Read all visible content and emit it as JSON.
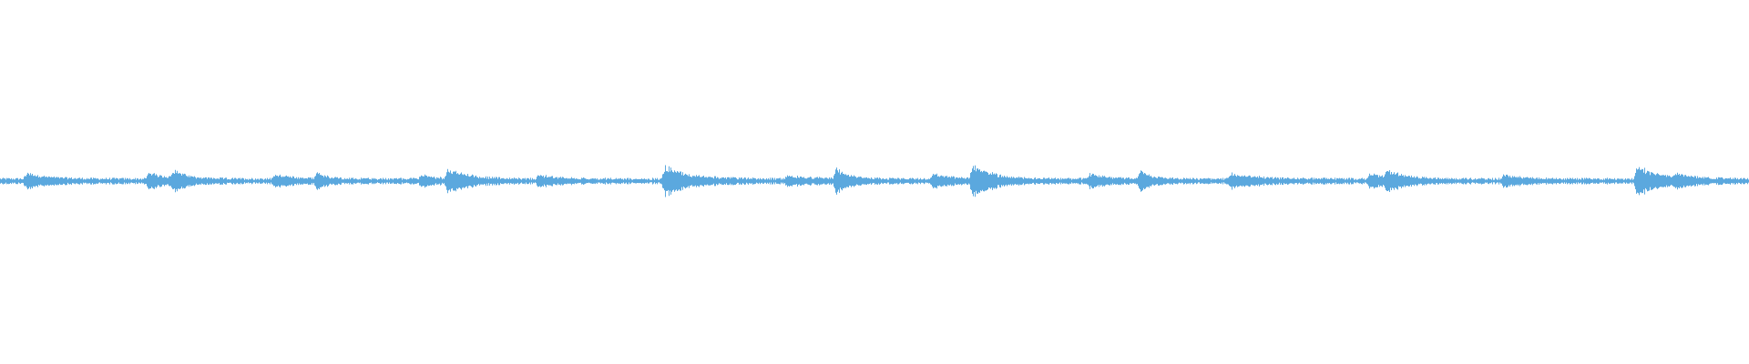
{
  "waveform": {
    "color": "#5ba8de",
    "background": "#ffffff",
    "baseline_amplitude": 0.006,
    "bursts": [
      {
        "pos": 0.015,
        "amp": 0.018,
        "decay": 0.012
      },
      {
        "pos": 0.085,
        "amp": 0.02,
        "decay": 0.01
      },
      {
        "pos": 0.099,
        "amp": 0.022,
        "decay": 0.008
      },
      {
        "pos": 0.157,
        "amp": 0.014,
        "decay": 0.01
      },
      {
        "pos": 0.181,
        "amp": 0.02,
        "decay": 0.006
      },
      {
        "pos": 0.241,
        "amp": 0.012,
        "decay": 0.008
      },
      {
        "pos": 0.256,
        "amp": 0.03,
        "decay": 0.012
      },
      {
        "pos": 0.308,
        "amp": 0.014,
        "decay": 0.01
      },
      {
        "pos": 0.38,
        "amp": 0.038,
        "decay": 0.014
      },
      {
        "pos": 0.45,
        "amp": 0.012,
        "decay": 0.012
      },
      {
        "pos": 0.478,
        "amp": 0.03,
        "decay": 0.008
      },
      {
        "pos": 0.533,
        "amp": 0.016,
        "decay": 0.01
      },
      {
        "pos": 0.556,
        "amp": 0.042,
        "decay": 0.012
      },
      {
        "pos": 0.623,
        "amp": 0.016,
        "decay": 0.01
      },
      {
        "pos": 0.652,
        "amp": 0.026,
        "decay": 0.006
      },
      {
        "pos": 0.704,
        "amp": 0.018,
        "decay": 0.014
      },
      {
        "pos": 0.783,
        "amp": 0.016,
        "decay": 0.012
      },
      {
        "pos": 0.793,
        "amp": 0.024,
        "decay": 0.01
      },
      {
        "pos": 0.86,
        "amp": 0.014,
        "decay": 0.01
      },
      {
        "pos": 0.936,
        "amp": 0.042,
        "decay": 0.012
      },
      {
        "pos": 0.958,
        "amp": 0.012,
        "decay": 0.01
      }
    ]
  }
}
